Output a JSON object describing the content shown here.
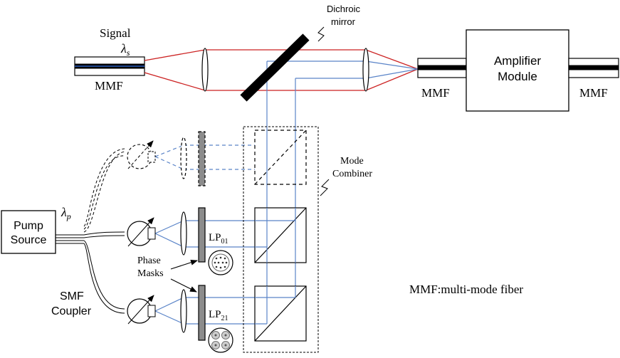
{
  "labels": {
    "signal": "Signal",
    "signal_lambda": "λ",
    "signal_lambda_sub": "s",
    "mmf_left": "MMF",
    "dichroic_line1": "Dichroic",
    "dichroic_line2": "mirror",
    "amplifier_line1": "Amplifier",
    "amplifier_line2": "Module",
    "mmf_middle": "MMF",
    "mmf_right": "MMF",
    "mode_combiner_line1": "Mode",
    "mode_combiner_line2": "Combiner",
    "pump_line1": "Pump",
    "pump_line2": "Source",
    "pump_lambda": "λ",
    "pump_lambda_sub": "p",
    "lp01": "LP",
    "lp01_sub": "01",
    "lp21": "LP",
    "lp21_sub": "21",
    "phase_masks_line1": "Phase",
    "phase_masks_line2": "Masks",
    "smf_coupler_line1": "SMF",
    "smf_coupler_line2": "Coupler",
    "legend": "MMF:multi-mode fiber"
  },
  "colors": {
    "signal_beam": "#cc2222",
    "pump_beam": "#5a84c8",
    "ink": "#000000",
    "mask_fill": "#8c8c8c"
  }
}
